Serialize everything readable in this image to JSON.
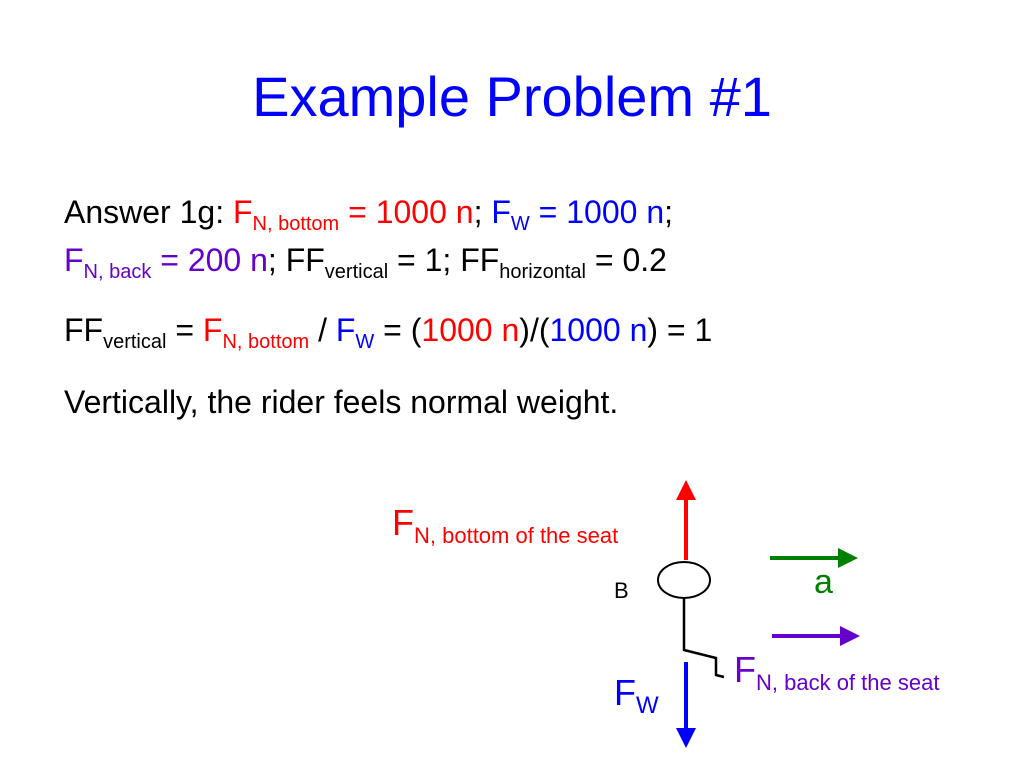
{
  "colors": {
    "red": "#ff0000",
    "blue": "#0000ff",
    "purple": "#6600cc",
    "green": "#008000",
    "black": "#000000"
  },
  "slide": {
    "title": "Example Problem #1",
    "line1": {
      "prefix": "Answer 1g: ",
      "fn_bottom": {
        "symbol": "F",
        "sub": "N, bottom",
        "value": " = 1000 n"
      },
      "sep1": "; ",
      "fw": {
        "symbol": "F",
        "sub": "W",
        "value": " = 1000 n"
      },
      "end": ";"
    },
    "line2": {
      "fn_back": {
        "symbol": "F",
        "sub": "N, back",
        "value": " = 200 n"
      },
      "ff_vertical": {
        "pre": "; FF",
        "sub": "vertical",
        "value": " = 1; FF"
      },
      "ff_horizontal": {
        "sub": "horizontal",
        "value": " = 0.2"
      }
    },
    "line3": {
      "ff": {
        "symbol": "FF",
        "sub": "vertical"
      },
      "eq": " = ",
      "fn": {
        "symbol": "F",
        "sub": "N, bottom"
      },
      "div": " / ",
      "fw": {
        "symbol": "F",
        "sub": "W"
      },
      "open": " = (",
      "num": "1000 n",
      "mid": ")/(",
      "den": "1000 n",
      "close": ") = 1"
    },
    "line4": "Vertically, the rider feels normal weight."
  },
  "diagram": {
    "fn_bottom_label": {
      "symbol": "F",
      "sub": "N, bottom of the seat"
    },
    "point_label": "B",
    "accel_label": "a",
    "fn_back_label": {
      "symbol": "F",
      "sub": "N, back of the seat"
    },
    "fw_label": {
      "symbol": "F",
      "sub": "W"
    }
  }
}
